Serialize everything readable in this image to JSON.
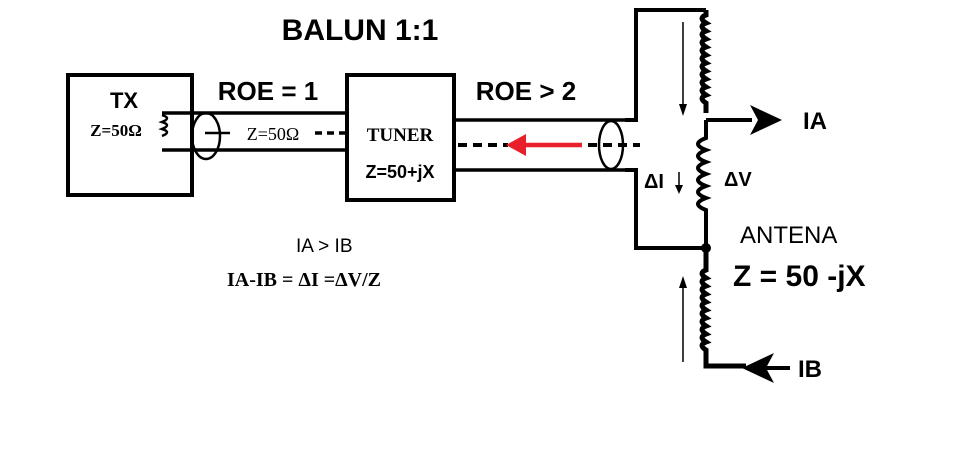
{
  "title": "BALUN 1:1",
  "tx_box": {
    "label": "TX",
    "impedance": "Z=50Ω"
  },
  "left_line": {
    "swr": "ROE = 1",
    "impedance": "Z=50Ω"
  },
  "tuner_box": {
    "label": "TUNER",
    "impedance": "Z=50+jX"
  },
  "right_line": {
    "swr": "ROE > 2"
  },
  "antenna": {
    "current_a": "IA",
    "current_b": "IB",
    "delta_i": "ΔI",
    "delta_v": "ΔV",
    "label": "ANTENA",
    "impedance": "Z = 50 -jX"
  },
  "equations": {
    "line1": "IA > IB",
    "line2": "IA-IB = ΔI =ΔV/Z"
  },
  "colors": {
    "reflection_arrow": "#e8202a",
    "ink": "#000000"
  }
}
